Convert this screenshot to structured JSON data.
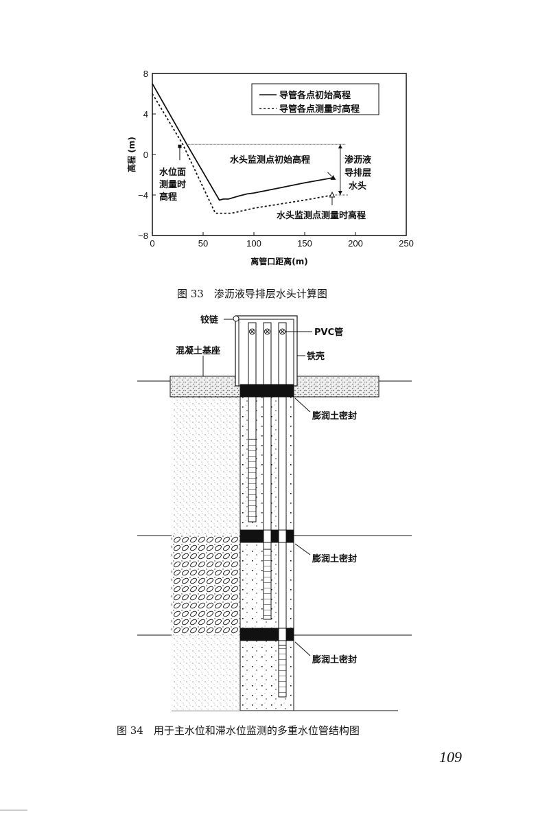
{
  "chart_data": {
    "type": "line",
    "xlabel": "离管口距离(m)",
    "ylabel": "高程 (m)",
    "xlim": [
      0,
      250
    ],
    "ylim": [
      -8,
      8
    ],
    "xticks": [
      0,
      50,
      100,
      150,
      200,
      250
    ],
    "yticks": [
      8,
      4,
      0,
      -4,
      -8
    ],
    "grid": false,
    "legend_position": "top-right",
    "series": [
      {
        "name": "导管各点初始高程",
        "style": "solid",
        "x": [
          0,
          34,
          66,
          70,
          75,
          85,
          93,
          100,
          125,
          150,
          178
        ],
        "y": [
          7,
          1,
          -4.5,
          -4.4,
          -4.4,
          -4.1,
          -3.9,
          -3.8,
          -3.3,
          -2.8,
          -2.3
        ]
      },
      {
        "name": "导管各点测量时高程",
        "style": "dotted",
        "x": [
          0,
          30,
          62,
          78,
          100,
          125,
          150,
          178
        ],
        "y": [
          6,
          1,
          -5.8,
          -5.8,
          -5.3,
          -4.9,
          -4.5,
          -4.0
        ]
      }
    ],
    "annotations": [
      {
        "text": "水位面测量时高程",
        "x": 27,
        "y": 0.8,
        "marker": "square"
      },
      {
        "text": "水头监测点初始高程",
        "x": 178,
        "y": -2.3,
        "marker": "filled-triangle"
      },
      {
        "text": "水头监测点测量时高程",
        "x": 177,
        "y": -4.0,
        "marker": "open-triangle"
      },
      {
        "text": "渗沥液导排层水头",
        "from_y": 1,
        "to_y": -4
      }
    ]
  },
  "figure33": {
    "caption": "图 33　渗沥液导排层水头计算图",
    "annot_water_lines": [
      "水位面",
      "测量时",
      "高程"
    ],
    "annot_head_lines": [
      "渗沥液",
      "导排层",
      "水头"
    ],
    "annot_initial": "水头监测点初始高程",
    "annot_measured": "水头监测点测量时高程"
  },
  "figure34": {
    "caption": "图 34　用于主水位和滞水位监测的多重水位管结构图",
    "labels": {
      "hinge": "铰链",
      "pvc": "PVC管",
      "base": "混凝土基座",
      "shell": "铁壳",
      "seal1": "膨润土密封",
      "seal2": "膨润土密封",
      "seal3": "膨润土密封"
    }
  },
  "page": {
    "number": "109"
  }
}
